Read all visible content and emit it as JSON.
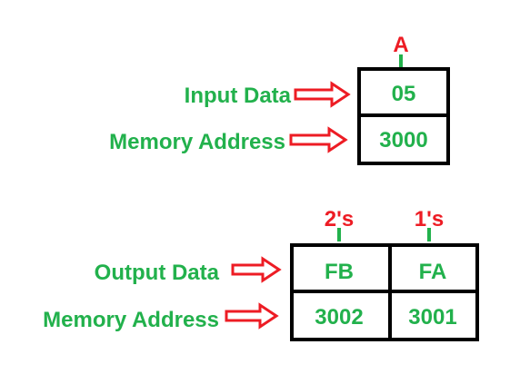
{
  "input_block": {
    "register_label": "A",
    "row_labels": {
      "data": "Input Data",
      "address": "Memory Address"
    },
    "cells": {
      "data": "05",
      "address": "3000"
    }
  },
  "output_block": {
    "column_labels": [
      "2's",
      "1's"
    ],
    "row_labels": {
      "data": "Output Data",
      "address": "Memory Address"
    },
    "cells": {
      "data": [
        "FB",
        "FA"
      ],
      "address": [
        "3002",
        "3001"
      ]
    }
  },
  "colors": {
    "label_green": "#22b14c",
    "header_red": "#ed1c24",
    "arrow_red": "#ed1c24",
    "box_black": "#000000"
  }
}
